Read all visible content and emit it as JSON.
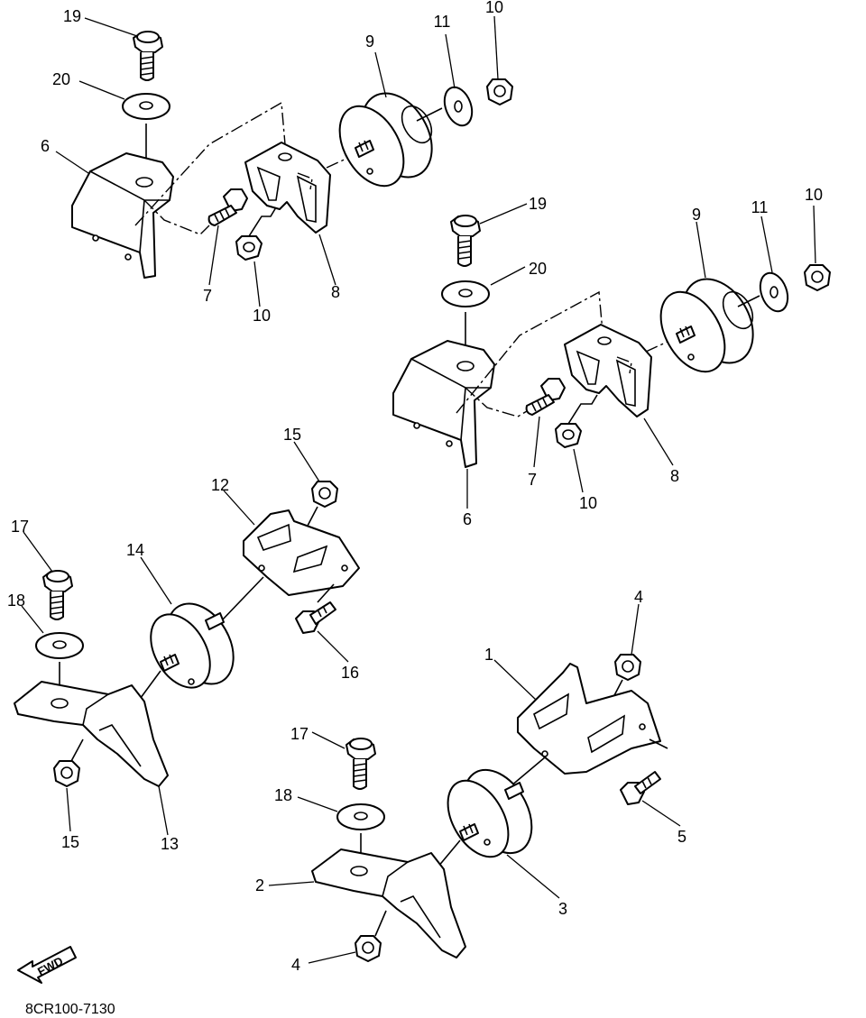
{
  "diagram": {
    "catalog_code": "8CR100-7130",
    "fwd_label": "FWD",
    "callouts": {
      "c19_a": "19",
      "c20_a": "20",
      "c6_a": "6",
      "c7_a": "7",
      "c10_a": "10",
      "c8_a": "8",
      "c9_a": "9",
      "c11_a": "11",
      "c10_b": "10",
      "c19_b": "19",
      "c20_b": "20",
      "c9_b": "9",
      "c11_b": "11",
      "c10_c": "10",
      "c7_b": "7",
      "c10_d": "10",
      "c8_b": "8",
      "c6_b": "6",
      "c15_a": "15",
      "c12": "12",
      "c14": "14",
      "c16": "16",
      "c17_a": "17",
      "c18_a": "18",
      "c15_b": "15",
      "c13": "13",
      "c4_a": "4",
      "c1": "1",
      "c5": "5",
      "c3": "3",
      "c17_b": "17",
      "c18_b": "18",
      "c2": "2",
      "c4_b": "4"
    }
  }
}
